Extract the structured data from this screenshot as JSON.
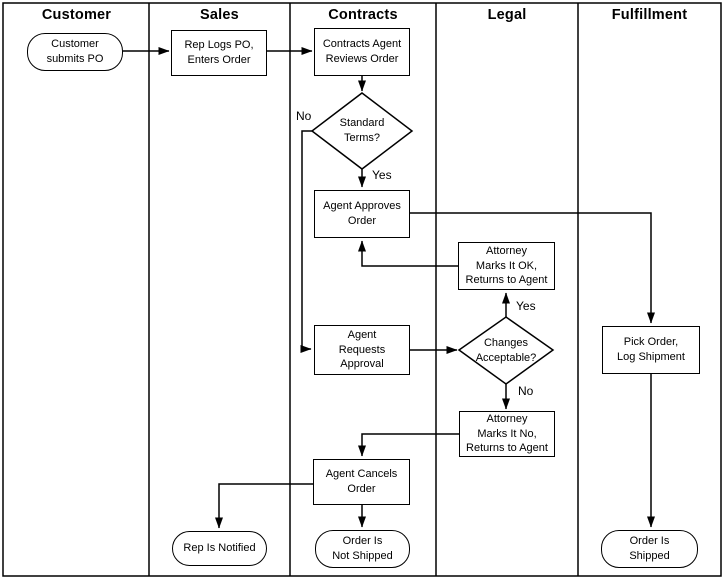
{
  "colors": {
    "line": "#000000",
    "background": "#ffffff",
    "text": "#000000"
  },
  "lanes": [
    {
      "label": "Customer"
    },
    {
      "label": "Sales"
    },
    {
      "label": "Contracts"
    },
    {
      "label": "Legal"
    },
    {
      "label": "Fulfillment"
    }
  ],
  "nodes": {
    "customer_submits_po": {
      "type": "terminator",
      "lane": "Customer",
      "label": [
        "Customer",
        "submits PO"
      ]
    },
    "rep_logs_po": {
      "type": "process",
      "lane": "Sales",
      "label": [
        "Rep Logs PO,",
        "Enters Order"
      ]
    },
    "contracts_reviews": {
      "type": "process",
      "lane": "Contracts",
      "label": [
        "Contracts Agent",
        "Reviews Order"
      ]
    },
    "standard_terms": {
      "type": "decision",
      "lane": "Contracts",
      "label": [
        "Standard",
        "Terms?"
      ]
    },
    "agent_approves": {
      "type": "process",
      "lane": "Contracts",
      "label": [
        "Agent Approves",
        "Order"
      ]
    },
    "attorney_ok": {
      "type": "process",
      "lane": "Legal",
      "label": [
        "Attorney",
        "Marks It OK,",
        "Returns to Agent"
      ]
    },
    "agent_requests": {
      "type": "process",
      "lane": "Contracts",
      "label": [
        "Agent",
        "Requests",
        "Approval"
      ]
    },
    "changes_acceptable": {
      "type": "decision",
      "lane": "Legal",
      "label": [
        "Changes",
        "Acceptable?"
      ]
    },
    "pick_order": {
      "type": "process",
      "lane": "Fulfillment",
      "label": [
        "Pick Order,",
        "Log Shipment"
      ]
    },
    "attorney_no": {
      "type": "process",
      "lane": "Legal",
      "label": [
        "Attorney",
        "Marks It No,",
        "Returns to Agent"
      ]
    },
    "agent_cancels": {
      "type": "process",
      "lane": "Contracts",
      "label": [
        "Agent Cancels",
        "Order"
      ]
    },
    "rep_notified": {
      "type": "terminator",
      "lane": "Sales",
      "label": [
        "Rep Is Notified"
      ]
    },
    "order_not_shipped": {
      "type": "terminator",
      "lane": "Contracts",
      "label": [
        "Order Is",
        "Not Shipped"
      ]
    },
    "order_shipped": {
      "type": "terminator",
      "lane": "Fulfillment",
      "label": [
        "Order Is",
        "Shipped"
      ]
    }
  },
  "edge_labels": {
    "standard_terms_no": "No",
    "standard_terms_yes": "Yes",
    "changes_yes": "Yes",
    "changes_no": "No"
  },
  "edges": [
    {
      "from": "customer_submits_po",
      "to": "rep_logs_po",
      "label": ""
    },
    {
      "from": "rep_logs_po",
      "to": "contracts_reviews",
      "label": ""
    },
    {
      "from": "contracts_reviews",
      "to": "standard_terms",
      "label": ""
    },
    {
      "from": "standard_terms",
      "to": "agent_approves",
      "label": "Yes"
    },
    {
      "from": "standard_terms",
      "to": "agent_requests",
      "label": "No"
    },
    {
      "from": "agent_approves",
      "to": "pick_order",
      "label": ""
    },
    {
      "from": "attorney_ok",
      "to": "agent_approves",
      "label": ""
    },
    {
      "from": "agent_requests",
      "to": "changes_acceptable",
      "label": ""
    },
    {
      "from": "changes_acceptable",
      "to": "attorney_ok",
      "label": "Yes"
    },
    {
      "from": "changes_acceptable",
      "to": "attorney_no",
      "label": "No"
    },
    {
      "from": "attorney_no",
      "to": "agent_cancels",
      "label": ""
    },
    {
      "from": "agent_cancels",
      "to": "order_not_shipped",
      "label": ""
    },
    {
      "from": "agent_cancels",
      "to": "rep_notified",
      "label": ""
    },
    {
      "from": "pick_order",
      "to": "order_shipped",
      "label": ""
    }
  ]
}
